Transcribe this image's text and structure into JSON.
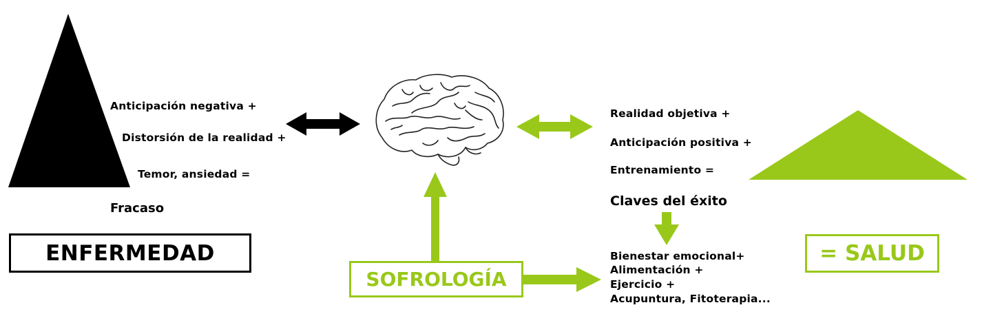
{
  "colors": {
    "negative": "#000000",
    "positive": "#99c81a",
    "background": "#ffffff"
  },
  "left": {
    "lines": [
      "Anticipación negativa +",
      "Distorsión de la realidad +",
      "Temor, ansiedad ="
    ],
    "result": "Fracaso",
    "box_label": "ENFERMEDAD"
  },
  "right": {
    "lines": [
      "Realidad objetiva +",
      "Anticipación positiva +",
      "Entrenamiento ="
    ],
    "result": "Claves del éxito",
    "list": [
      "Bienestar emocional+",
      "Alimentación +",
      "Ejercicio +",
      "Acupuntura, Fitoterapia..."
    ],
    "box_label": "= SALUD"
  },
  "center": {
    "brain_icon": "brain-icon",
    "box_label": "SOFROLOGÍA"
  }
}
